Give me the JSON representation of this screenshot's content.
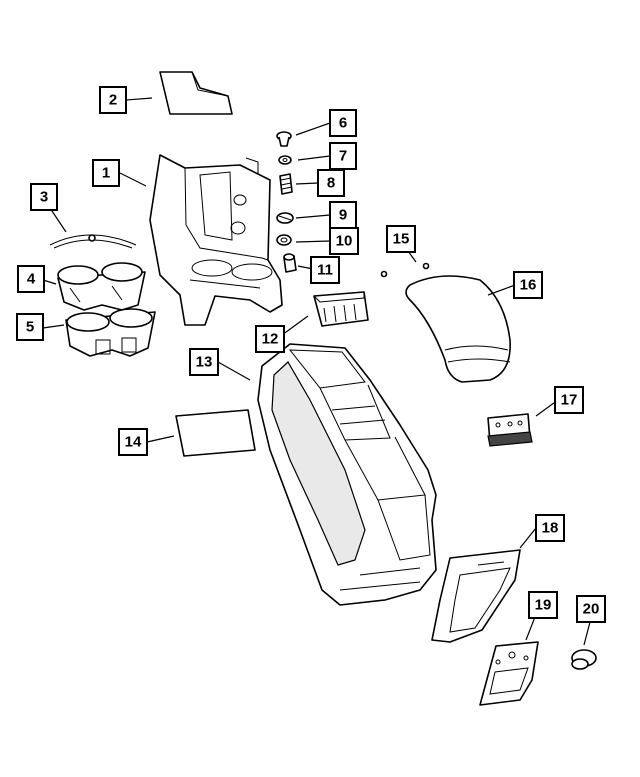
{
  "callouts": [
    {
      "id": "1",
      "label": "1"
    },
    {
      "id": "2",
      "label": "2"
    },
    {
      "id": "3",
      "label": "3"
    },
    {
      "id": "4",
      "label": "4"
    },
    {
      "id": "5",
      "label": "5"
    },
    {
      "id": "6",
      "label": "6"
    },
    {
      "id": "7",
      "label": "7"
    },
    {
      "id": "8",
      "label": "8"
    },
    {
      "id": "9",
      "label": "9"
    },
    {
      "id": "10",
      "label": "10"
    },
    {
      "id": "11",
      "label": "11"
    },
    {
      "id": "12",
      "label": "12"
    },
    {
      "id": "13",
      "label": "13"
    },
    {
      "id": "14",
      "label": "14"
    },
    {
      "id": "15",
      "label": "15"
    },
    {
      "id": "16",
      "label": "16"
    },
    {
      "id": "17",
      "label": "17"
    },
    {
      "id": "18",
      "label": "18"
    },
    {
      "id": "19",
      "label": "19"
    },
    {
      "id": "20",
      "label": "20"
    }
  ],
  "colors": {
    "line": "#000000",
    "background": "#ffffff",
    "shade": "#e9e9e9"
  }
}
